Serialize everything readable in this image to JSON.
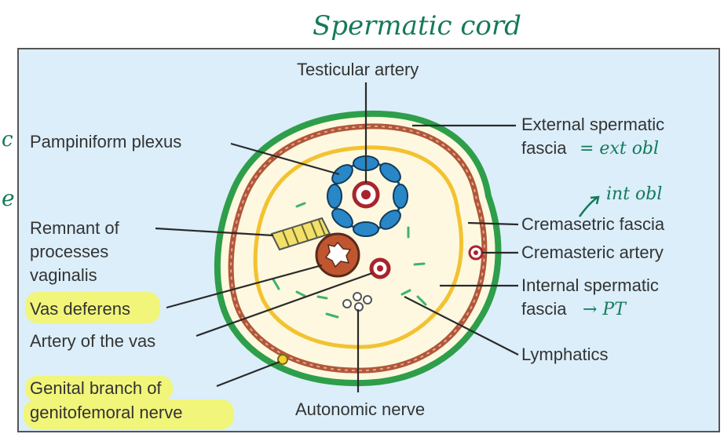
{
  "annotations": {
    "title": "Spermatic cord",
    "ext_obl": "= ext obl",
    "int_obl": "int obl",
    "pt": "→ PT",
    "left_edge_1": "c",
    "left_edge_2": "e"
  },
  "labels": {
    "testicular_artery": "Testicular artery",
    "pampiniform_plexus": "Pampiniform plexus",
    "external_spermatic_1": "External spermatic",
    "external_spermatic_2": "fascia",
    "remnant_1": "Remnant of",
    "remnant_2": "processes",
    "remnant_3": "vaginalis",
    "cremasteric_fascia": "Cremasetric fascia",
    "cremasteric_artery": "Cremasteric artery",
    "internal_spermatic_1": "Internal spermatic",
    "internal_spermatic_2": "fascia",
    "vas_deferens": "Vas deferens",
    "artery_of_vas": "Artery of the vas",
    "lymphatics": "Lymphatics",
    "genital_branch_1": "Genital branch of",
    "genital_branch_2": "genitofemoral nerve",
    "autonomic_nerve": "Autonomic nerve"
  },
  "highlighted": [
    "Vas deferens",
    "Genital branch",
    "genitofemoral nerve"
  ],
  "colors": {
    "panel": "#dbeefa",
    "outer_fascia": "#2e9e4a",
    "cremasteric_layer": "#b0573a",
    "internal_fascia": "#f2c230",
    "cord_fill": "#fdf8df",
    "plexus": "#2a87c7",
    "vas": "#c0562f",
    "highlight": "#f1f57a",
    "annotation_ink": "#157a5a"
  }
}
